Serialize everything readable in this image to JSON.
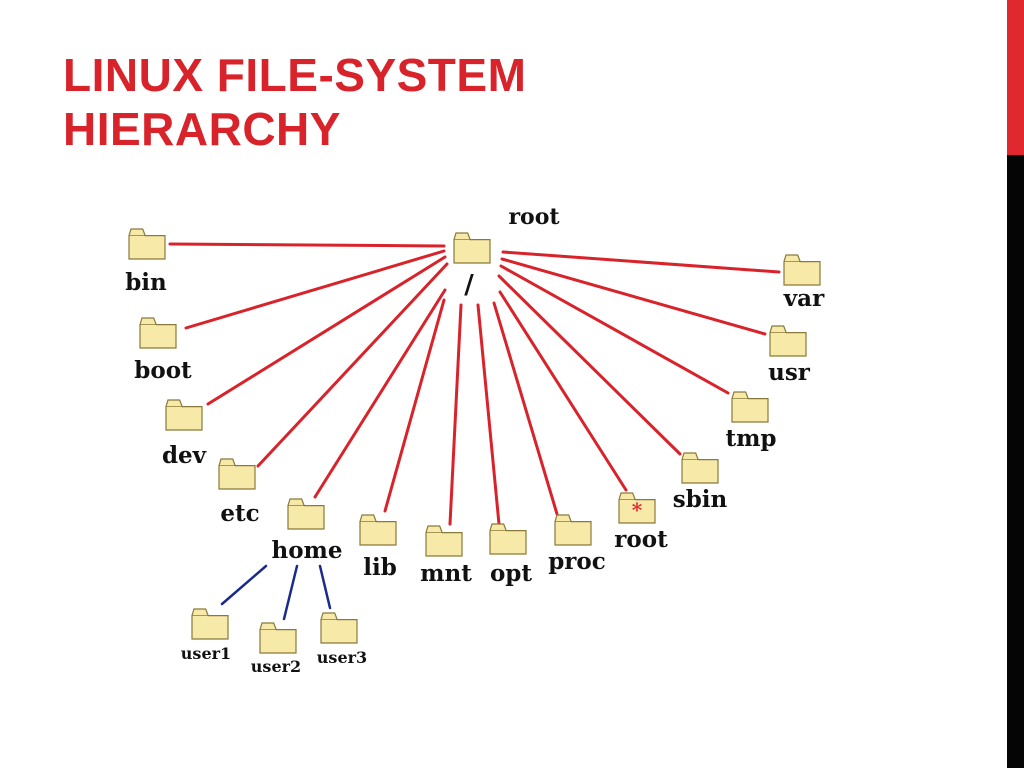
{
  "slide": {
    "title_line1": "LINUX FILE-SYSTEM",
    "title_line2": "HIERARCHY"
  },
  "colors": {
    "title": "#d9232b",
    "accent_red": "#e0282e",
    "accent_black": "#050505",
    "root_links": "#d9232b",
    "home_links": "#1a2a8a",
    "folder_fill": "#f7e9a8",
    "folder_stroke": "#8a7a3a",
    "marker": "#e0282e"
  },
  "diagram": {
    "root": {
      "caption": "root",
      "label": "/"
    },
    "children": [
      "bin",
      "boot",
      "dev",
      "etc",
      "home",
      "lib",
      "mnt",
      "opt",
      "proc",
      "root",
      "sbin",
      "tmp",
      "usr",
      "var"
    ],
    "marked_child": {
      "label": "root",
      "marker": "*"
    },
    "home_children": [
      "user1",
      "user2",
      "user3"
    ]
  }
}
